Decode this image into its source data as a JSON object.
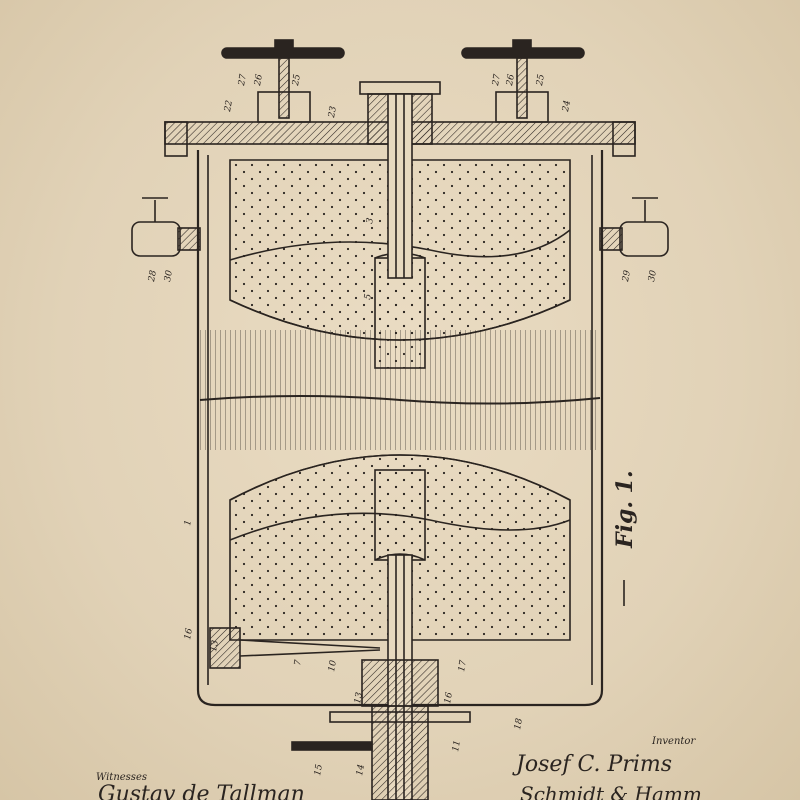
{
  "sheet": {
    "figure_label": "Fig. 1.",
    "witnesses_label": "Witnesses",
    "witness_signature": "Gustav de Tallman",
    "inventor_label": "Inventor",
    "inventor_signature": "Josef C. Prims",
    "inventor_signature_2": "Schmidt & Hamm"
  },
  "reference_numerals": [
    "22",
    "23",
    "24",
    "25",
    "26",
    "27",
    "28",
    "29",
    "30",
    "3",
    "5",
    "1",
    "16",
    "13",
    "7",
    "10",
    "18",
    "17",
    "14",
    "15",
    "11"
  ],
  "colors": {
    "paper": "#e4d6bd",
    "ink": "#2a2420"
  }
}
